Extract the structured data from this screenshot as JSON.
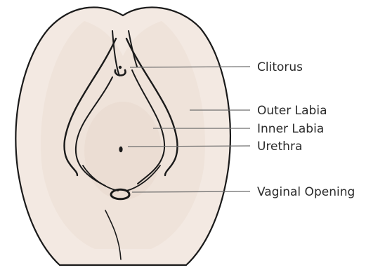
{
  "diagram": {
    "labels": {
      "clitorus": "Clitorus",
      "outer_labia": "Outer Labia",
      "inner_labia": "Inner Labia",
      "urethra": "Urethra",
      "vaginal_opening": "Vaginal Opening"
    },
    "colors": {
      "skin_outer": "#f3e9e2",
      "skin_inner": "#ede0d6",
      "outline": "#1a1a1a",
      "leader_line": "#6e6e6e",
      "label_text": "#2b2b2b"
    }
  }
}
